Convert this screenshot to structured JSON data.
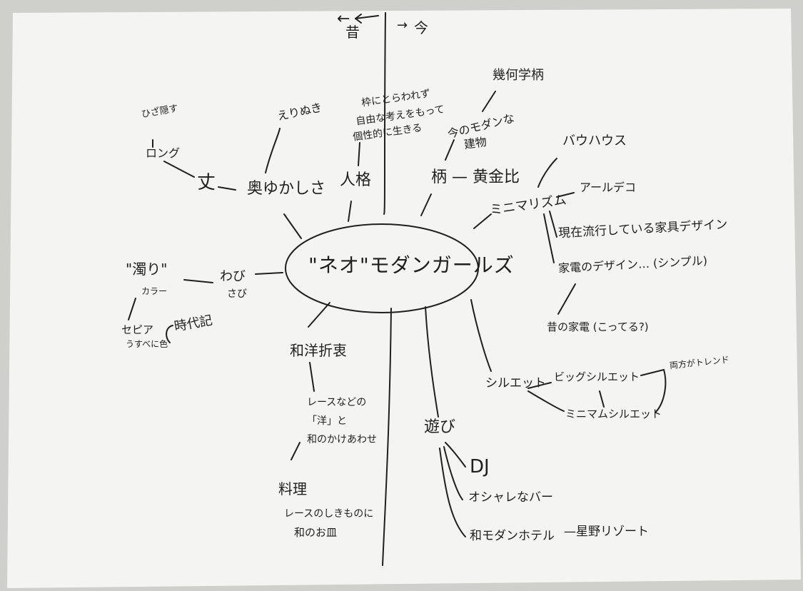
{
  "timeline": {
    "past": "昔",
    "now": "今",
    "left_arrow": "←",
    "right_arrow": "→"
  },
  "center": "\"ネオ\"モダンガールズ",
  "branches": {
    "okuyukashisa": {
      "label": "奥ゆかしさ",
      "erinuki": "えりぬき",
      "take": "丈",
      "long": "ロング",
      "hiza": "ひざ隠す"
    },
    "jinkaku": {
      "label": "人格",
      "note": [
        "枠にとらわれず",
        "自由な考えをもって",
        "個性的に生きる"
      ]
    },
    "gara": {
      "label": "柄 — 黄金比",
      "modern": [
        "今のモダンな",
        "建物"
      ],
      "gakugara": "幾何学柄"
    },
    "minimal": {
      "label": "ミニマリズム",
      "bauhaus": "バウハウス",
      "artdeco": "アールデコ",
      "kagu": "現在流行している家具デザイン",
      "kaden": "家電のデザイン… (シンプル)",
      "mukashi_kaden": "昔の家電 (こってる?)"
    },
    "wabisabi": {
      "label_wa": "わび",
      "label_sa": "さび",
      "nigori": "\"濁り\"",
      "color": "カラー",
      "seiki": "セピア",
      "usube": "うすべに色",
      "jidai": "時代記"
    },
    "wayou": {
      "label": "和洋折衷",
      "lace": [
        "レースなどの",
        "「洋」と",
        "和のかけあわせ"
      ],
      "ryouri": "料理",
      "ryouri_note": [
        "レースのしきものに",
        "和のお皿"
      ]
    },
    "silhouette": {
      "label": "シルエット",
      "big": "ビッグシルエット",
      "minimum": "ミニマムシルエット",
      "trend": "両方がトレンド"
    },
    "asobi": {
      "label": "遊び",
      "dj": "DJ",
      "bar": "オシャレなバー",
      "hotel": "和モダンホテル",
      "resort": "—星野リゾート"
    }
  },
  "colors": {
    "paper": "#f4f4f2",
    "ink": "#1f1f1f",
    "background": "#cfcfcc"
  }
}
